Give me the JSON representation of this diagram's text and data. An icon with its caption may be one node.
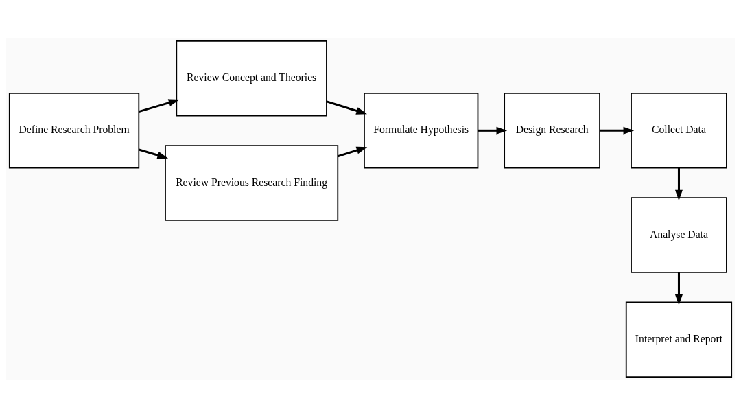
{
  "diagram": {
    "nodes": [
      {
        "text": [
          "Define Research Problem"
        ]
      },
      {
        "text": [
          "Review Concept and Theories"
        ]
      },
      {
        "text": [
          "Review Previous Research Finding"
        ]
      },
      {
        "text": [
          "Formulate Hypothesis"
        ]
      },
      {
        "text": [
          "Design Research"
        ]
      },
      {
        "text": [
          "Collect Data"
        ]
      },
      {
        "text": [
          "Analyse Data"
        ]
      },
      {
        "text": [
          "Interpret and Report"
        ]
      }
    ],
    "edges": [
      {
        "from": 0,
        "to": 1,
        "arrow": "to"
      },
      {
        "from": 0,
        "to": 2,
        "arrow": "to"
      },
      {
        "from": 1,
        "to": 3,
        "arrow": "to"
      },
      {
        "from": 2,
        "to": 3,
        "arrow": "to"
      },
      {
        "from": 3,
        "to": 4,
        "arrow": "to"
      },
      {
        "from": 4,
        "to": 5,
        "arrow": "to"
      },
      {
        "from": 5,
        "to": 6,
        "arrow": "to"
      },
      {
        "from": 6,
        "to": 7,
        "arrow": "to"
      }
    ]
  }
}
